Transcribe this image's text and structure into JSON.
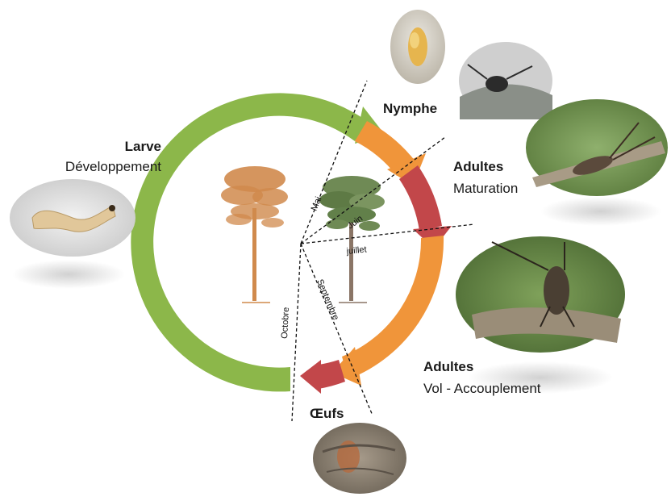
{
  "stages": {
    "larve": {
      "title": "Larve",
      "subtitle": "Développement"
    },
    "nymphe": {
      "title": "Nymphe"
    },
    "maturation": {
      "title": "Adultes",
      "subtitle": "Maturation"
    },
    "vol": {
      "title": "Adultes",
      "subtitle": "Vol - Accouplement"
    },
    "oeufs": {
      "title": "Œufs"
    }
  },
  "months": {
    "mai": "Mai",
    "juin": "Juin",
    "juillet": "juillet",
    "septembre": "Septembre",
    "octobre": "Octobre"
  },
  "colors": {
    "green": "#8cb74a",
    "orange": "#f0953a",
    "red": "#c2474a",
    "tree_dead": "#d08a4c",
    "tree_live": "#6f8a55"
  }
}
